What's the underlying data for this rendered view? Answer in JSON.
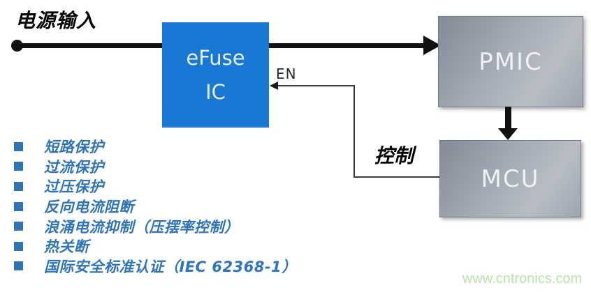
{
  "diagram": {
    "power_input_label": "电源输入",
    "efuse_block": {
      "line1": "eFuse",
      "line2": "IC"
    },
    "pmic_label": "PMIC",
    "mcu_label": "MCU",
    "en_label": "EN",
    "control_label": "控制"
  },
  "features": {
    "items": [
      "短路保护",
      "过流保护",
      "过压保护",
      "反向电流阻断",
      "浪涌电流抑制（压摆率控制）",
      "热关断",
      "国际安全标准认证（IEC 62368-1）"
    ]
  },
  "watermark": "www.cntronics.com",
  "colors": {
    "efuse_blue": "#1878d4",
    "bullet_blue": "#2e74b6",
    "wire_black": "#111111",
    "watermark_green": "#b9e2ac",
    "box_gray_dark": "#848a95",
    "box_gray_light": "#b8bdc5"
  }
}
